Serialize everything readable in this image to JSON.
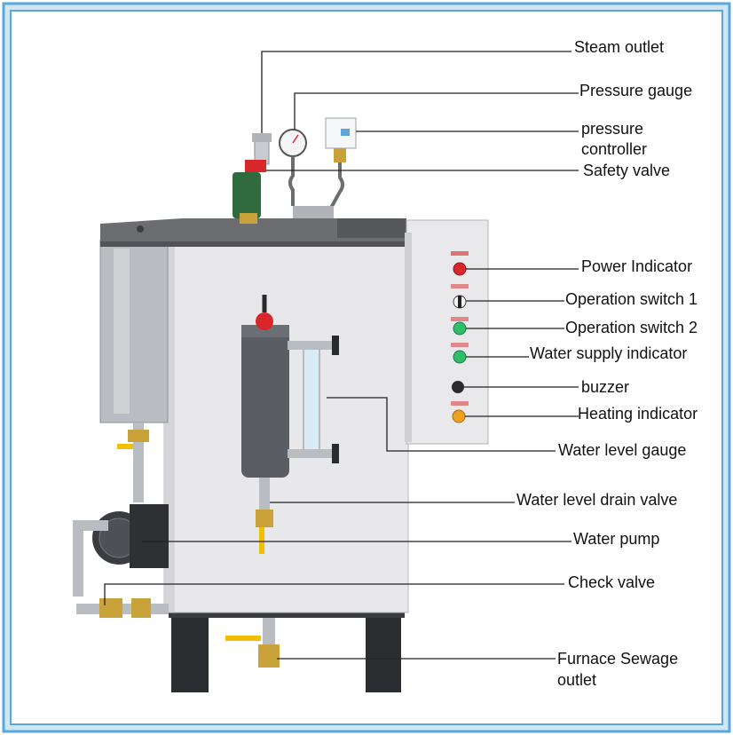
{
  "labels": {
    "steam_outlet": "Steam outlet",
    "pressure_gauge": "Pressure gauge",
    "pressure_controller_line1": "pressure",
    "pressure_controller_line2": "controller",
    "safety_valve": "Safety valve",
    "power_indicator": "Power Indicator",
    "operation_switch_1": "Operation switch 1",
    "operation_switch_2": "Operation switch 2",
    "water_supply_indicator": "Water supply indicator",
    "buzzer": "buzzer",
    "heating_indicator": "Heating indicator",
    "water_level_gauge": "Water level gauge",
    "water_level_drain_valve": "Water level drain valve",
    "water_pump": "Water pump",
    "check_valve": "Check valve",
    "furnace_sewage_line1": "Furnace Sewage",
    "furnace_sewage_line2": "outlet"
  },
  "colors": {
    "border_light": "#cfe6f7",
    "border_blue": "#5aa7dc",
    "background": "#ffffff",
    "cabinet": "#e8e8ea",
    "cabinet_shadow": "#c9c9cd",
    "top_plate": "#6b6d70",
    "steel": "#b9bcc0",
    "dark_pipe": "#4a4d52",
    "brass": "#c9a23a",
    "red": "#d8262b",
    "green": "#2fbf6a",
    "orange": "#f0a020",
    "yellow": "#f0c000",
    "leader_line": "#222222"
  }
}
